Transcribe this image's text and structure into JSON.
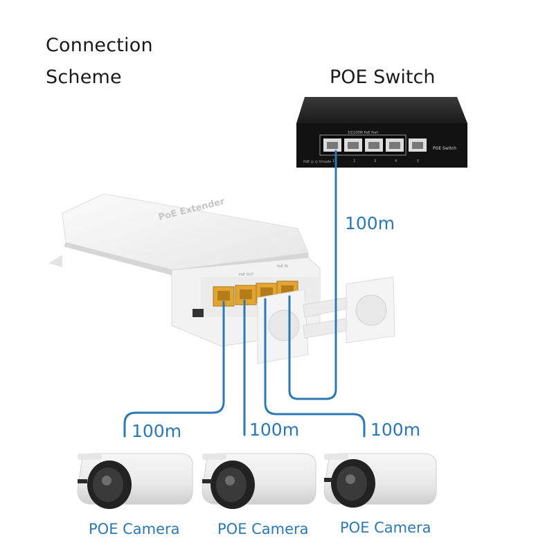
{
  "title": {
    "line1": "Connection",
    "line2": "Scheme"
  },
  "switch": {
    "label": "POE Switch",
    "panel_text": "POE Switch",
    "port_header": "10/100M PoE Port",
    "port_numbers": [
      "1",
      "2",
      "3",
      "4",
      "5"
    ],
    "indicator_text": "PoE ◎   ◎ Vmode"
  },
  "extender": {
    "lid_text": "PoE Extender",
    "out_label": "PoE OUT",
    "in_label": "PoE IN"
  },
  "cables": {
    "uplink_length": "100m",
    "downlink_lengths": [
      "100m",
      "100m",
      "100m"
    ]
  },
  "cameras": [
    {
      "label": "POE Camera"
    },
    {
      "label": "POE Camera"
    },
    {
      "label": "POE Camera"
    }
  ],
  "colors": {
    "cable": "#2a78b5",
    "switch_body": "#1e1e1e",
    "port_amber": "#e2a532"
  }
}
